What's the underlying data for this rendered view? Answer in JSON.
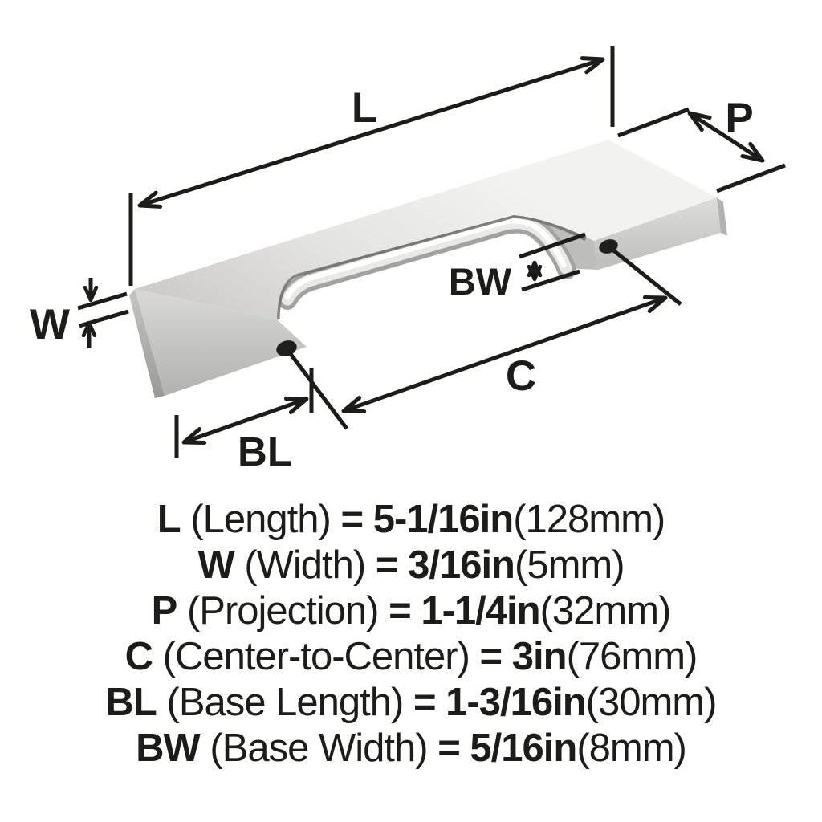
{
  "diagram": {
    "labels": {
      "length": "L",
      "projection": "P",
      "width": "W",
      "base_width": "BW",
      "center_to_center": "C",
      "base_length": "BL"
    },
    "colors": {
      "ink": "#1c1c1a",
      "metal_light": "#f1f1ef",
      "metal_mid": "#cfcfcd",
      "metal_dark": "#969694",
      "chrome_highlight": "#ffffff",
      "background": "#ffffff"
    }
  },
  "specs": [
    {
      "abbr": "L",
      "name": "(Length)",
      "value": "= 5-1/16in",
      "metric": "(128mm)"
    },
    {
      "abbr": "W",
      "name": "(Width)",
      "value": "= 3/16in",
      "metric": "(5mm)"
    },
    {
      "abbr": "P",
      "name": "(Projection)",
      "value": "= 1-1/4in",
      "metric": "(32mm)"
    },
    {
      "abbr": "C",
      "name": "(Center-to-Center)",
      "value": "= 3in",
      "metric": "(76mm)"
    },
    {
      "abbr": "BL",
      "name": "(Base Length)",
      "value": "= 1-3/16in",
      "metric": "(30mm)"
    },
    {
      "abbr": "BW",
      "name": "(Base Width)",
      "value": "= 5/16in",
      "metric": "(8mm)"
    }
  ]
}
